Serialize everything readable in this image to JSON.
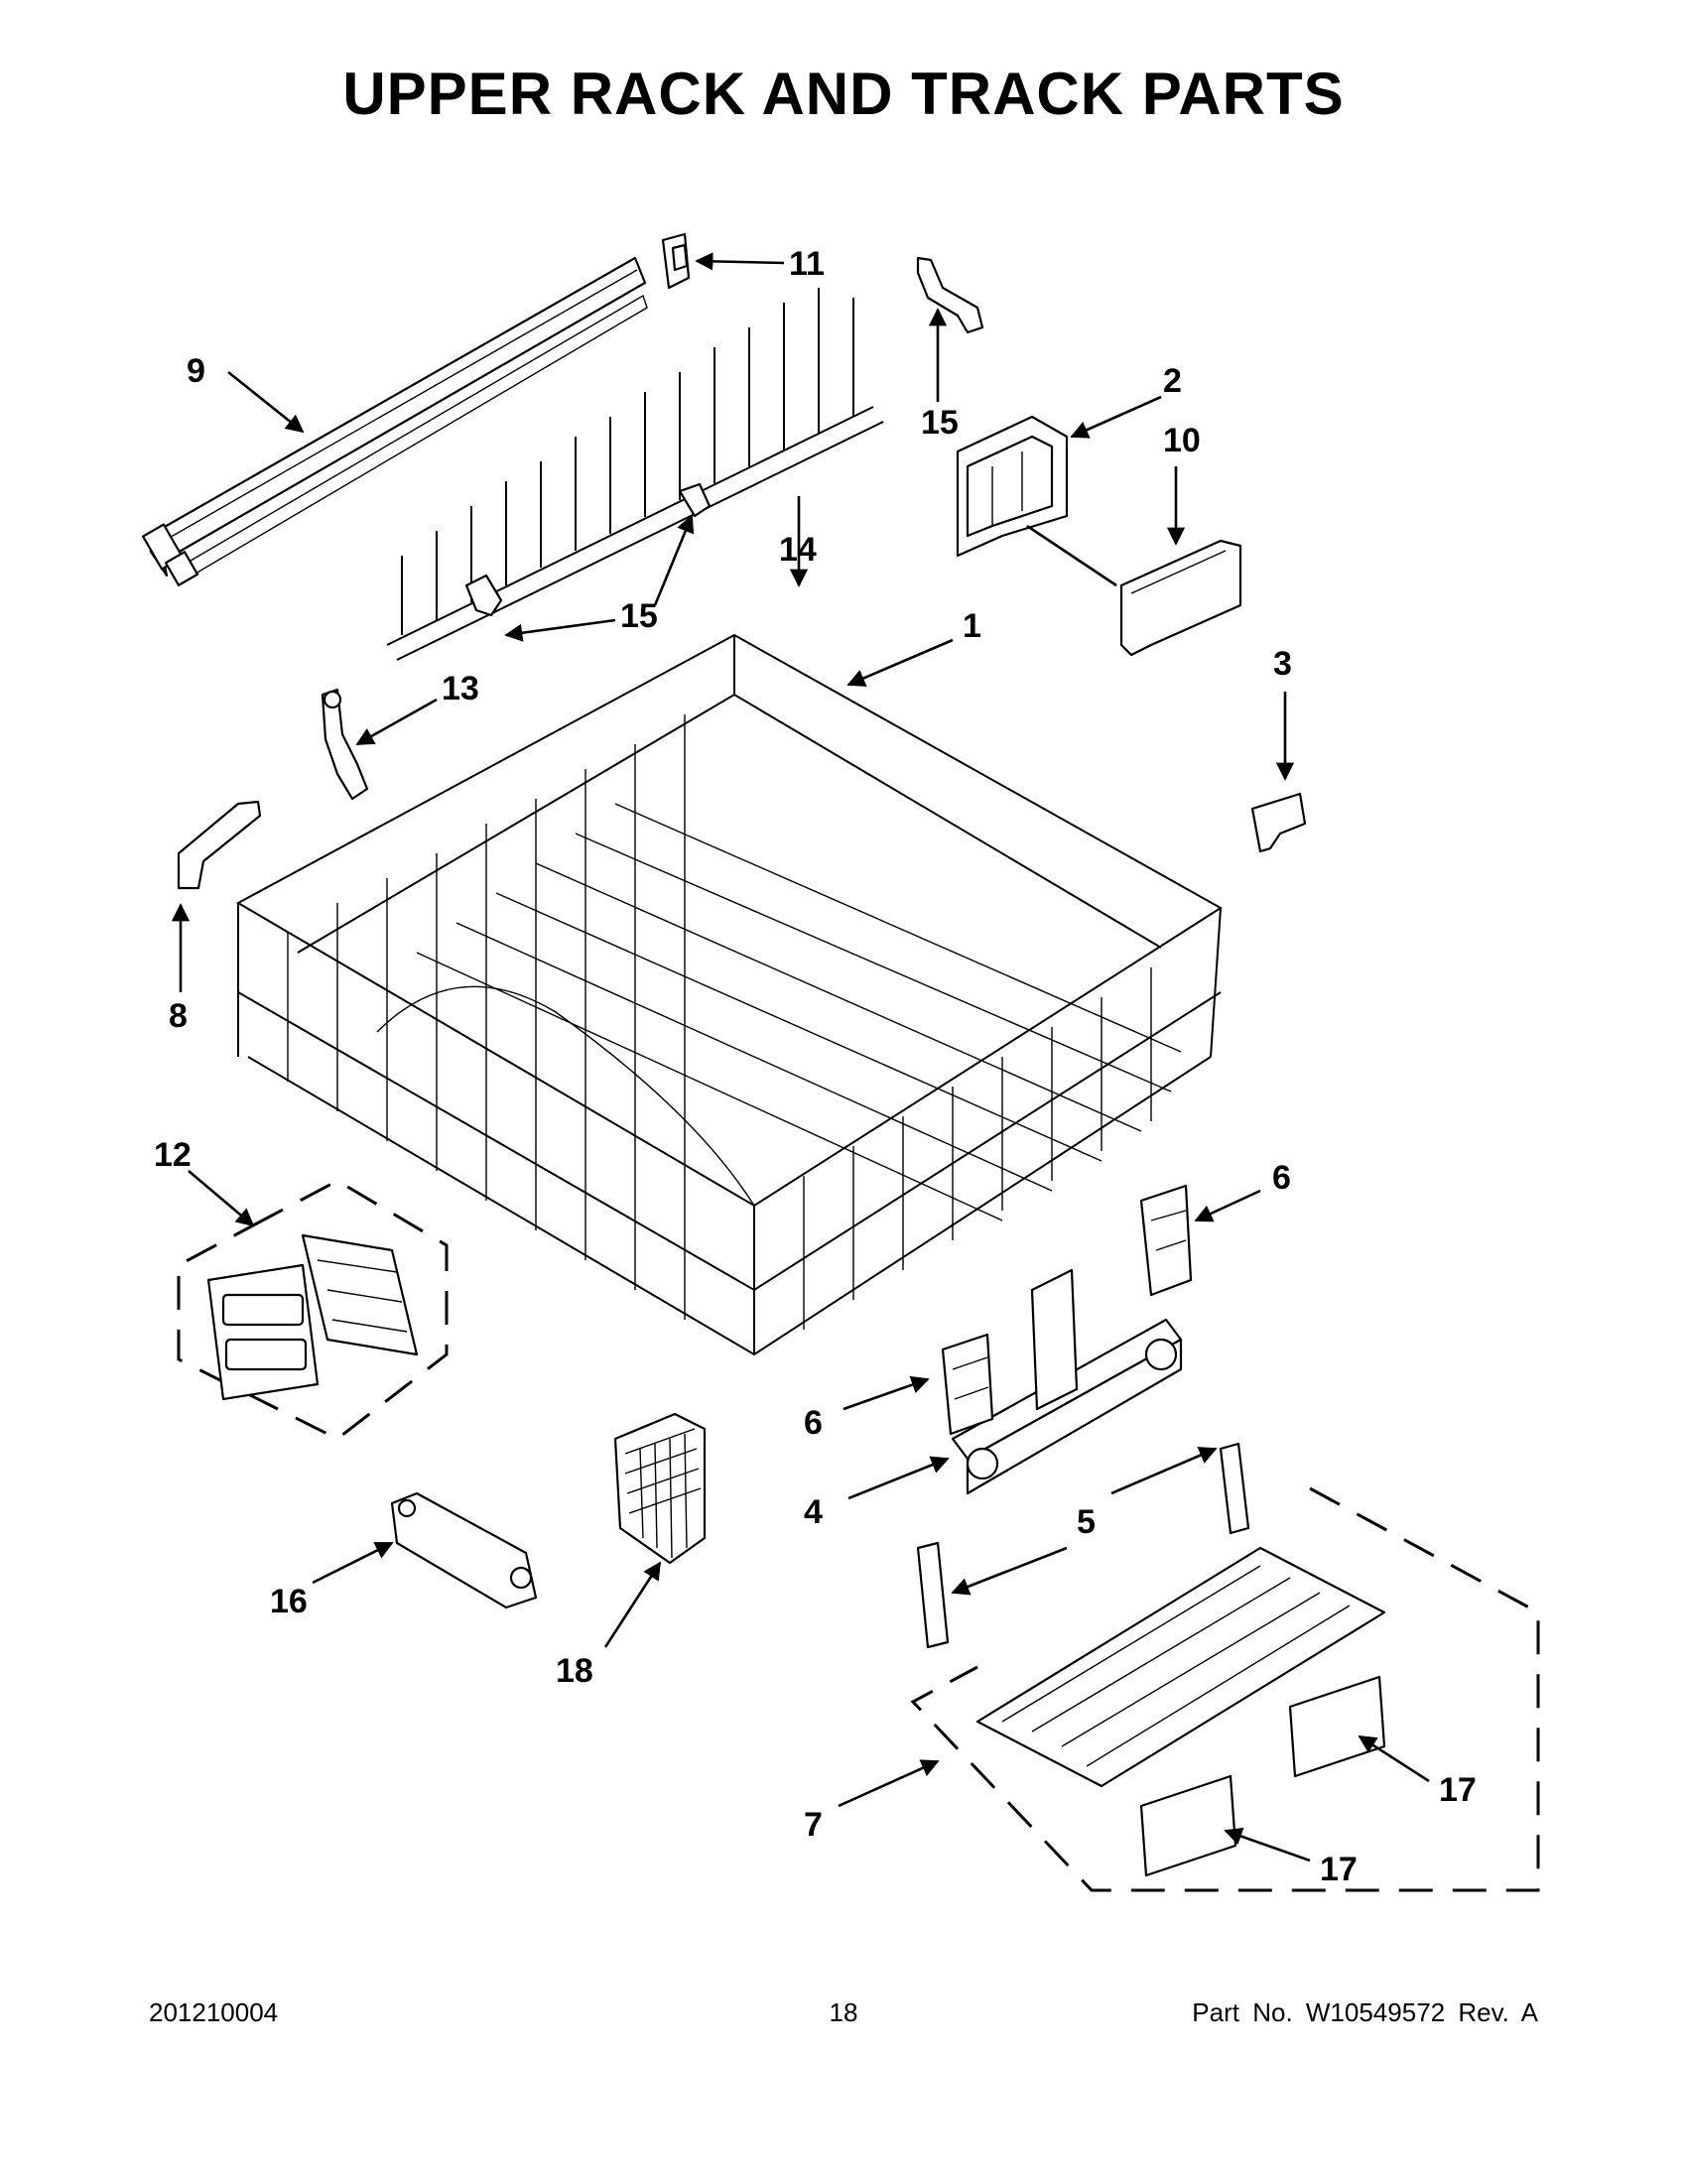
{
  "title": "UPPER RACK AND TRACK PARTS",
  "callouts": [
    "1",
    "2",
    "3",
    "4",
    "5",
    "6",
    "6",
    "7",
    "8",
    "9",
    "10",
    "11",
    "12",
    "13",
    "14",
    "15",
    "15",
    "16",
    "17",
    "17",
    "18"
  ],
  "footer": {
    "left": "201210004",
    "center": "18",
    "right": "Part No.  W10549572  Rev.  A"
  }
}
